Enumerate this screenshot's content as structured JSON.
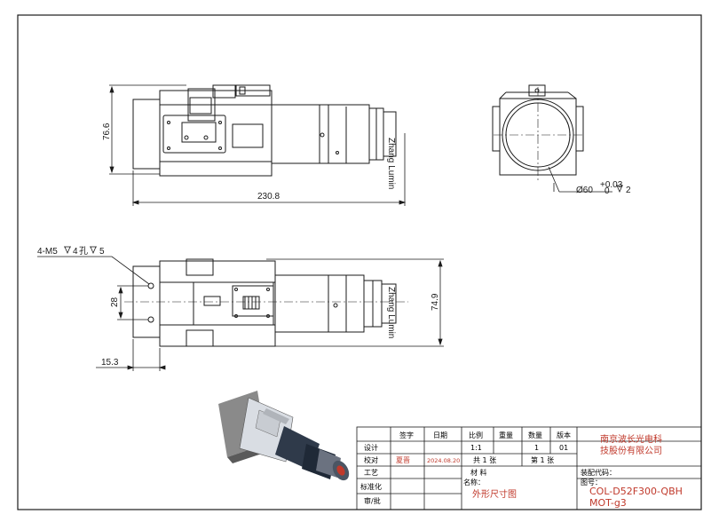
{
  "dimensions": {
    "height_side": "76.6",
    "length_overall": "230.8",
    "mount_diameter": "Ø60",
    "mount_tol_upper": "+0.03",
    "mount_tol_lower": "0",
    "mount_depth": "2",
    "holes_callout": "4-M5",
    "holes_depth": "4",
    "holes_label": "孔",
    "holes_depth2": "5",
    "hole_spacing": "28",
    "width_top": "74.9",
    "edge_offset": "15.3"
  },
  "lens_text": {
    "side_view": "Zhang Lumin",
    "top_view": "Zhang Lumin"
  },
  "title_block": {
    "header": {
      "sign": "签字",
      "date": "日期",
      "scale": "比例",
      "weight": "重量",
      "qty": "数量",
      "version": "版本"
    },
    "rows": {
      "design": "设计",
      "check": "校对",
      "process": "工艺",
      "standard": "标准化",
      "approve": "审/批"
    },
    "values": {
      "checker_name": "夏晋",
      "check_date": "2024.08.20",
      "scale_value": "1:1",
      "qty_value": "1",
      "version_value": "01",
      "sheets_total": "共 1 张",
      "sheet_no": "第 1 张",
      "material": "材  料"
    },
    "company_line1": "南京波长光电科",
    "company_line2": "技股份有限公司",
    "assembly_code_label": "装配代码：",
    "name_label": "名称：",
    "name_value": "外形尺寸图",
    "drawing_no_label": "图号：",
    "drawing_no_line1": "COL-D52F300-QBH",
    "drawing_no_line2": "MOT-g3"
  },
  "colors": {
    "line": "#1a1a1a",
    "dim_red": "#c0392b",
    "accent_red": "#c0392b"
  }
}
